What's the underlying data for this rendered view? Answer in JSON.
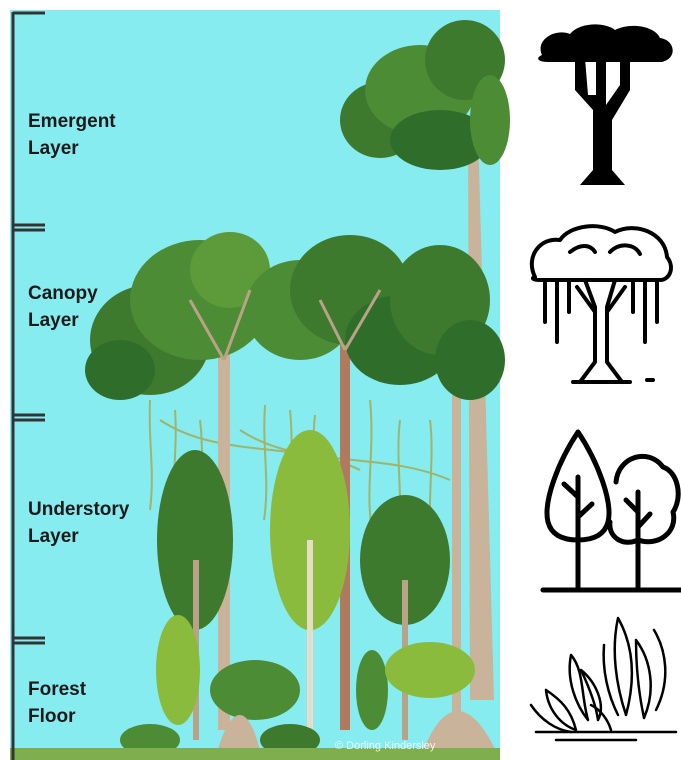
{
  "layers": [
    {
      "key": "emergent",
      "label": "Emergent\nLayer",
      "icon": "emergent-tree-icon"
    },
    {
      "key": "canopy",
      "label": "Canopy\nLayer",
      "icon": "canopy-tree-icon"
    },
    {
      "key": "understory",
      "label": "Understory\nLayer",
      "icon": "understory-trees-icon"
    },
    {
      "key": "floor",
      "label": "Forest\nFloor",
      "icon": "forest-floor-plants-icon"
    }
  ],
  "watermark": "© Dorling Kindersley",
  "colors": {
    "sky": "#86ecef",
    "bracket": "#333333",
    "foliage_dark": "#2f6e2a",
    "foliage_mid": "#4c8c35",
    "foliage_light": "#8bbb3c",
    "trunk": "#c9b39a",
    "icon": "#000000"
  }
}
